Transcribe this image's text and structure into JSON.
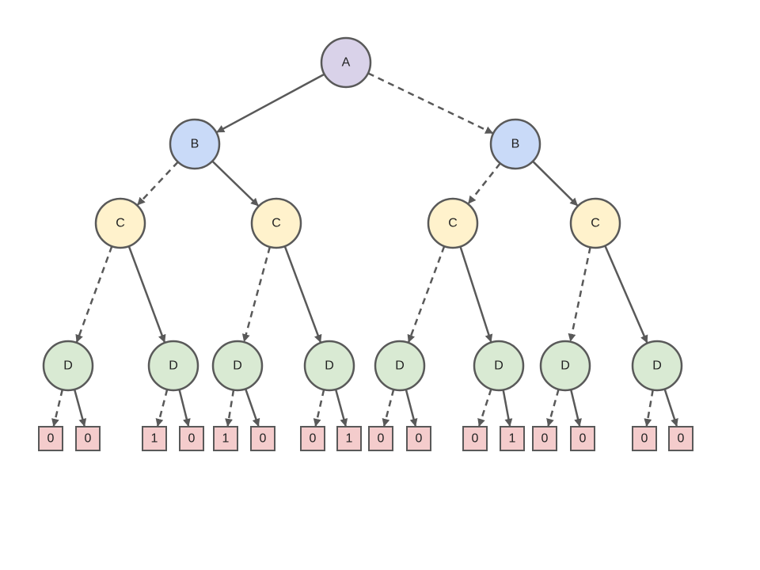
{
  "colors": {
    "A": "#d9d2e9",
    "B": "#c9daf8",
    "C": "#fff2cc",
    "D": "#d9ead3",
    "leaf": "#f4cccc",
    "stroke": "#595959",
    "edge": "#595959"
  },
  "nodes": [
    {
      "id": "a",
      "label": "A",
      "type": "A"
    },
    {
      "id": "b0",
      "label": "B",
      "type": "B"
    },
    {
      "id": "b1",
      "label": "B",
      "type": "B"
    },
    {
      "id": "c00",
      "label": "C",
      "type": "C"
    },
    {
      "id": "c01",
      "label": "C",
      "type": "C"
    },
    {
      "id": "c10",
      "label": "C",
      "type": "C"
    },
    {
      "id": "c11",
      "label": "C",
      "type": "C"
    },
    {
      "id": "d000",
      "label": "D",
      "type": "D"
    },
    {
      "id": "d001",
      "label": "D",
      "type": "D"
    },
    {
      "id": "d010",
      "label": "D",
      "type": "D"
    },
    {
      "id": "d011",
      "label": "D",
      "type": "D"
    },
    {
      "id": "d100",
      "label": "D",
      "type": "D"
    },
    {
      "id": "d101",
      "label": "D",
      "type": "D"
    },
    {
      "id": "d110",
      "label": "D",
      "type": "D"
    },
    {
      "id": "d111",
      "label": "D",
      "type": "D"
    }
  ],
  "leaves": [
    {
      "id": "l0",
      "parent": "d000",
      "value": "0"
    },
    {
      "id": "l1",
      "parent": "d000",
      "value": "0"
    },
    {
      "id": "l2",
      "parent": "d001",
      "value": "1"
    },
    {
      "id": "l3",
      "parent": "d001",
      "value": "0"
    },
    {
      "id": "l4",
      "parent": "d010",
      "value": "1"
    },
    {
      "id": "l5",
      "parent": "d010",
      "value": "0"
    },
    {
      "id": "l6",
      "parent": "d011",
      "value": "0"
    },
    {
      "id": "l7",
      "parent": "d011",
      "value": "1"
    },
    {
      "id": "l8",
      "parent": "d100",
      "value": "0"
    },
    {
      "id": "l9",
      "parent": "d100",
      "value": "0"
    },
    {
      "id": "l10",
      "parent": "d101",
      "value": "0"
    },
    {
      "id": "l11",
      "parent": "d101",
      "value": "1"
    },
    {
      "id": "l12",
      "parent": "d110",
      "value": "0"
    },
    {
      "id": "l13",
      "parent": "d110",
      "value": "0"
    },
    {
      "id": "l14",
      "parent": "d111",
      "value": "0"
    },
    {
      "id": "l15",
      "parent": "d111",
      "value": "0"
    }
  ],
  "edges": [
    {
      "from": "a",
      "to": "b0",
      "style": "solid"
    },
    {
      "from": "a",
      "to": "b1",
      "style": "dashed"
    },
    {
      "from": "b0",
      "to": "c00",
      "style": "dashed"
    },
    {
      "from": "b0",
      "to": "c01",
      "style": "solid"
    },
    {
      "from": "b1",
      "to": "c10",
      "style": "dashed"
    },
    {
      "from": "b1",
      "to": "c11",
      "style": "solid"
    },
    {
      "from": "c00",
      "to": "d000",
      "style": "dashed"
    },
    {
      "from": "c00",
      "to": "d001",
      "style": "solid"
    },
    {
      "from": "c01",
      "to": "d010",
      "style": "dashed"
    },
    {
      "from": "c01",
      "to": "d011",
      "style": "solid"
    },
    {
      "from": "c10",
      "to": "d100",
      "style": "dashed"
    },
    {
      "from": "c10",
      "to": "d101",
      "style": "solid"
    },
    {
      "from": "c11",
      "to": "d110",
      "style": "dashed"
    },
    {
      "from": "c11",
      "to": "d111",
      "style": "solid"
    },
    {
      "from": "d000",
      "to": "l0",
      "style": "dashed"
    },
    {
      "from": "d000",
      "to": "l1",
      "style": "solid"
    },
    {
      "from": "d001",
      "to": "l2",
      "style": "dashed"
    },
    {
      "from": "d001",
      "to": "l3",
      "style": "solid"
    },
    {
      "from": "d010",
      "to": "l4",
      "style": "dashed"
    },
    {
      "from": "d010",
      "to": "l5",
      "style": "solid"
    },
    {
      "from": "d011",
      "to": "l6",
      "style": "dashed"
    },
    {
      "from": "d011",
      "to": "l7",
      "style": "solid"
    },
    {
      "from": "d100",
      "to": "l8",
      "style": "dashed"
    },
    {
      "from": "d100",
      "to": "l9",
      "style": "solid"
    },
    {
      "from": "d101",
      "to": "l10",
      "style": "dashed"
    },
    {
      "from": "d101",
      "to": "l11",
      "style": "solid"
    },
    {
      "from": "d110",
      "to": "l12",
      "style": "dashed"
    },
    {
      "from": "d110",
      "to": "l13",
      "style": "solid"
    },
    {
      "from": "d111",
      "to": "l14",
      "style": "dashed"
    },
    {
      "from": "d111",
      "to": "l15",
      "style": "solid"
    }
  ]
}
